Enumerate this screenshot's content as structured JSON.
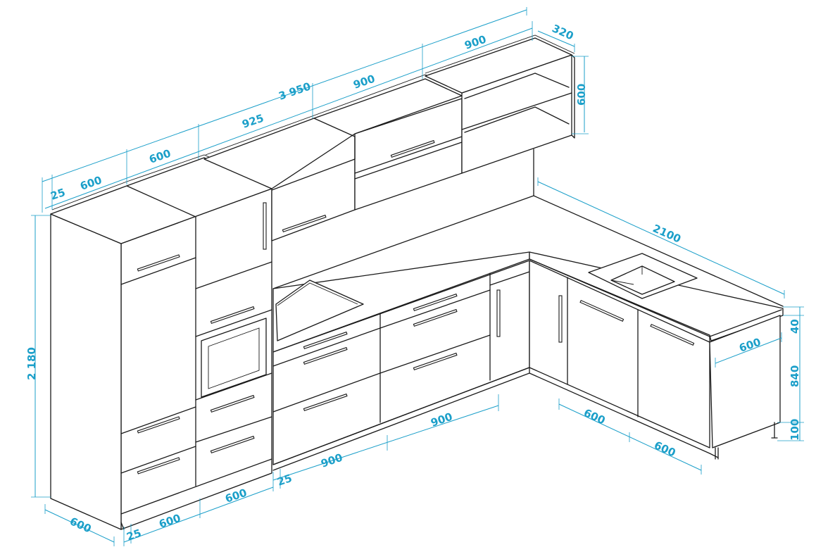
{
  "colors": {
    "dimension": "#1b9fc9",
    "line": "#1a1a1a",
    "background": "#ffffff"
  },
  "dimensions": {
    "total_length": "3 950",
    "upper_900_right": "900",
    "upper_900_left": "900",
    "upper_925": "925",
    "upper_600": "600",
    "upper_600_left": "600",
    "upper_25": "25",
    "shelf_depth_320": "320",
    "shelf_height_600": "600",
    "tall_height": "2 180",
    "tall_depth": "600",
    "bottom_25_left": "25",
    "bottom_600_a": "600",
    "bottom_600_b": "600",
    "bottom_25_mid": "25",
    "bottom_900_a": "900",
    "bottom_900_b": "900",
    "side_length": "2100",
    "side_depth": "600",
    "side_600_a": "600",
    "side_600_b": "600",
    "worktop_40": "40",
    "base_840": "840",
    "plinth_100": "100"
  }
}
